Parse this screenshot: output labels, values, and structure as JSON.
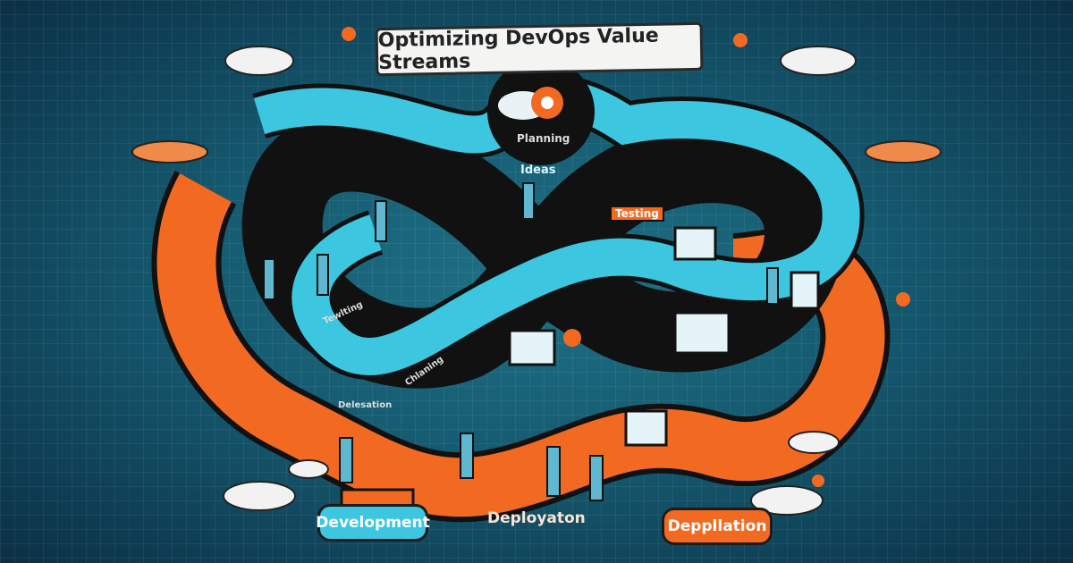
{
  "title": "Optimizing DevOps Value Streams",
  "labels": {
    "planning": "Planning",
    "ideas": "Ideas",
    "testing": "Testing",
    "tewlting": "Tewlting",
    "delesation": "Delesation",
    "chlaning": "Chlaning",
    "development": "Development",
    "deployaton": "Deployaton",
    "deppllation": "Deppllation"
  },
  "colors": {
    "orange": "#f26a21",
    "cyan": "#3cc6e0",
    "black": "#111111",
    "teal": "#1a6a80"
  }
}
